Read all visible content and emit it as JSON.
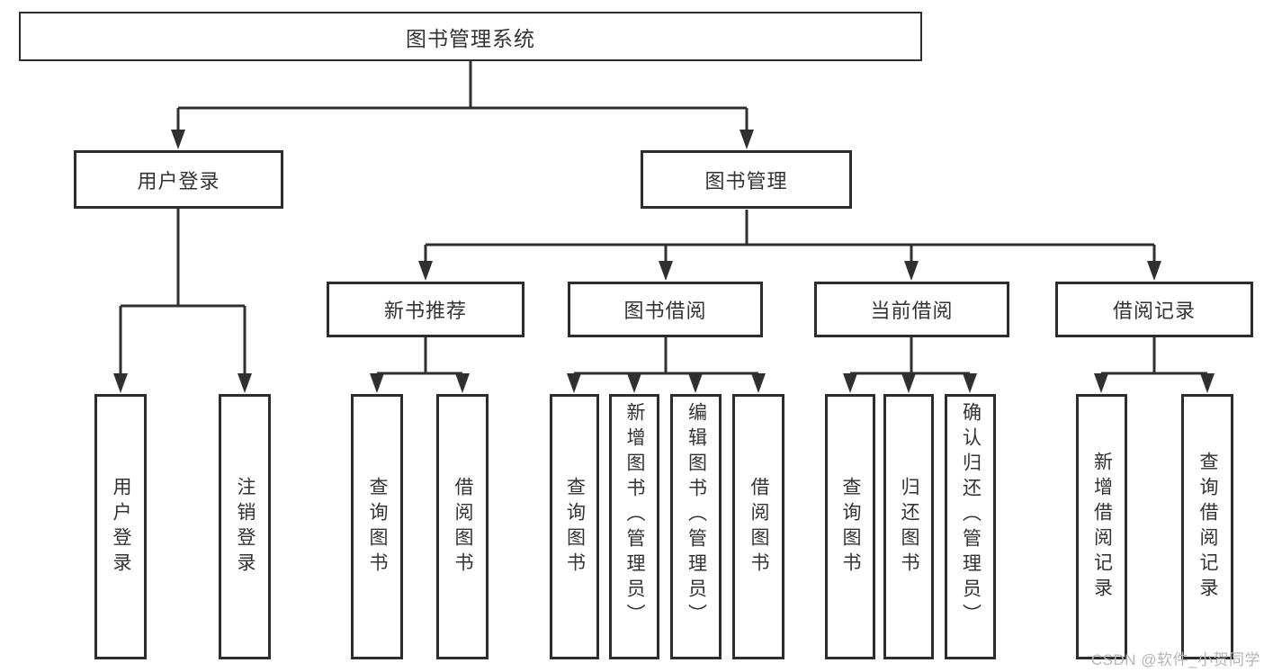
{
  "nodes": {
    "root": {
      "label": "图书管理系统"
    },
    "user_login": {
      "label": "用户登录"
    },
    "book_management": {
      "label": "图书管理"
    },
    "new_book_recommend": {
      "label": "新书推荐"
    },
    "book_borrow": {
      "label": "图书借阅"
    },
    "current_borrow": {
      "label": "当前借阅"
    },
    "borrow_records": {
      "label": "借阅记录"
    },
    "leaf_user_login": {
      "label": "用户登录"
    },
    "leaf_logout": {
      "label": "注销登录"
    },
    "leaf_rec_query_books": {
      "label": "查询图书"
    },
    "leaf_rec_borrow_books": {
      "label": "借阅图书"
    },
    "leaf_bb_query_books": {
      "label": "查询图书"
    },
    "leaf_bb_add_books": {
      "label": "新增图书（管理员）"
    },
    "leaf_bb_edit_books": {
      "label": "编辑图书（管理员）"
    },
    "leaf_bb_borrow_books": {
      "label": "借阅图书"
    },
    "leaf_cb_query_books": {
      "label": "查询图书"
    },
    "leaf_cb_return_books": {
      "label": "归还图书"
    },
    "leaf_cb_confirm_return": {
      "label": "确认归还（管理员）"
    },
    "leaf_br_add_record": {
      "label": "新增借阅记录"
    },
    "leaf_br_query_record": {
      "label": "查询借阅记录"
    }
  },
  "watermark": "CSDN @软件_小贺同学",
  "colors": {
    "border": "#2d2d2d",
    "line": "#303030",
    "text": "#333333",
    "watermark": "#b5b5b5",
    "background": "#ffffff"
  }
}
